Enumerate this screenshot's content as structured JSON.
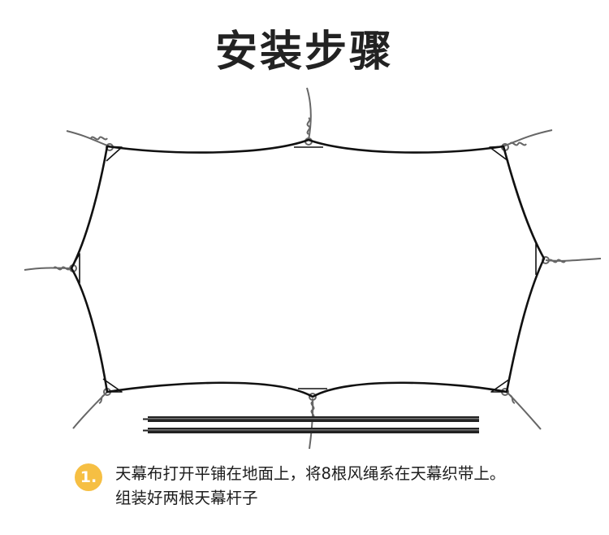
{
  "title": "安装步骤",
  "step": {
    "number": "1.",
    "line1": "天幕布打开平铺在地面上，将8根风绳系在天幕织带上。",
    "line2": "组装好两根天幕杆子"
  },
  "colors": {
    "badge": "#f6bf43",
    "tarp_outline": "#111111",
    "guy_rope": "#666666",
    "pole": "#222222"
  },
  "diagram": {
    "items": [
      "tarp-outline",
      "guy-rope",
      "tent-pole"
    ],
    "guy_rope_count": 8,
    "pole_count": 2
  }
}
